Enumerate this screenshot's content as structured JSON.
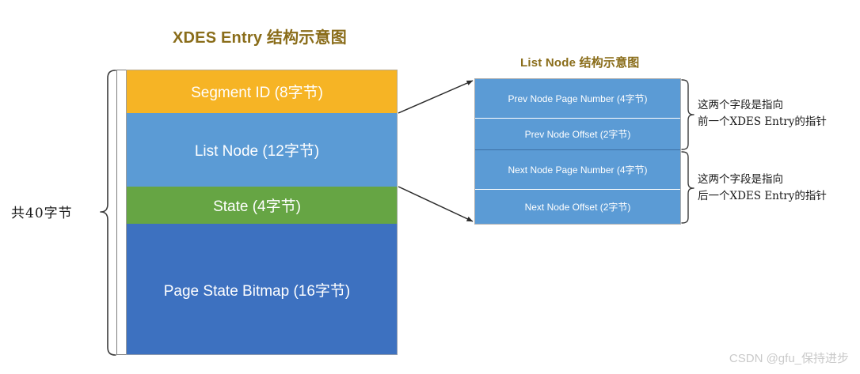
{
  "titles": {
    "main": "XDES Entry 结构示意图",
    "listnode": "List Node 结构示意图"
  },
  "colors": {
    "title_text": "#8a6d1a",
    "segment_id": "#f6b425",
    "list_node": "#5b9bd5",
    "state": "#66a544",
    "page_state_bitmap": "#3d71c0",
    "listnode_detail": "#5b9bd5",
    "annotation_text": "#1a1a1a",
    "watermark": "#c9c9c9"
  },
  "xdes_entry": {
    "total_label": "共40字节",
    "blocks": [
      {
        "label": "Segment ID (8字节)",
        "bytes": 8,
        "color": "#f6b425"
      },
      {
        "label": "List Node (12字节)",
        "bytes": 12,
        "color": "#5b9bd5"
      },
      {
        "label": "State (4字节)",
        "bytes": 4,
        "color": "#66a544"
      },
      {
        "label": "Page State Bitmap (16字节)",
        "bytes": 16,
        "color": "#3d71c0"
      }
    ]
  },
  "list_node_detail": {
    "rows": [
      {
        "label": "Prev Node Page Number (4字节)",
        "bytes": 4
      },
      {
        "label": "Prev Node Offset (2字节)",
        "bytes": 2
      },
      {
        "label": "Next Node Page Number (4字节)",
        "bytes": 4
      },
      {
        "label": "Next Node Offset (2字节)",
        "bytes": 2
      }
    ]
  },
  "annotations": [
    {
      "id": "prev",
      "text": "这两个字段是指向\n前一个XDES Entry的指针"
    },
    {
      "id": "next",
      "text": "这两个字段是指向\n后一个XDES Entry的指针"
    }
  ],
  "watermark": "CSDN @gfu_保持进步"
}
